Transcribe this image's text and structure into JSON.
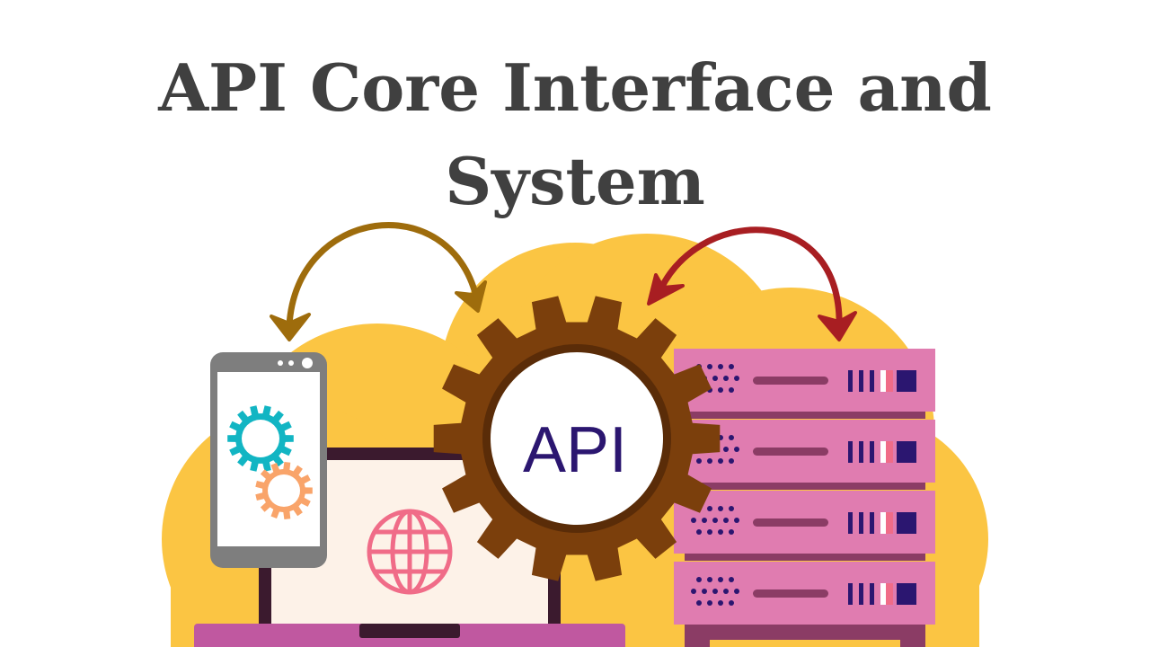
{
  "slide": {
    "title": "API Core Interface and System",
    "api_label": "API"
  },
  "illustration": {
    "background": "cloud",
    "elements": [
      "smartphone-with-gears",
      "laptop-with-globe",
      "api-gear",
      "server-rack",
      "exchange-arrows"
    ]
  },
  "colors": {
    "title": "#404040",
    "cloud": "#fbc543",
    "gear": "#7b3f0c",
    "gear_dark": "#5a2c08",
    "api_text": "#2b1670",
    "phone_body": "#7e7e7e",
    "phone_gear_large": "#12b5c3",
    "phone_gear_small": "#f9a46a",
    "laptop_frame": "#3b1a2e",
    "laptop_screen": "#fdf2e8",
    "laptop_base": "#c058a0",
    "globe": "#f06c88",
    "server_body": "#e07cb0",
    "server_shadow": "#8b3c65",
    "server_detail": "#2b1670",
    "arrow_left": "#9e6c0c",
    "arrow_right": "#a81e22"
  }
}
